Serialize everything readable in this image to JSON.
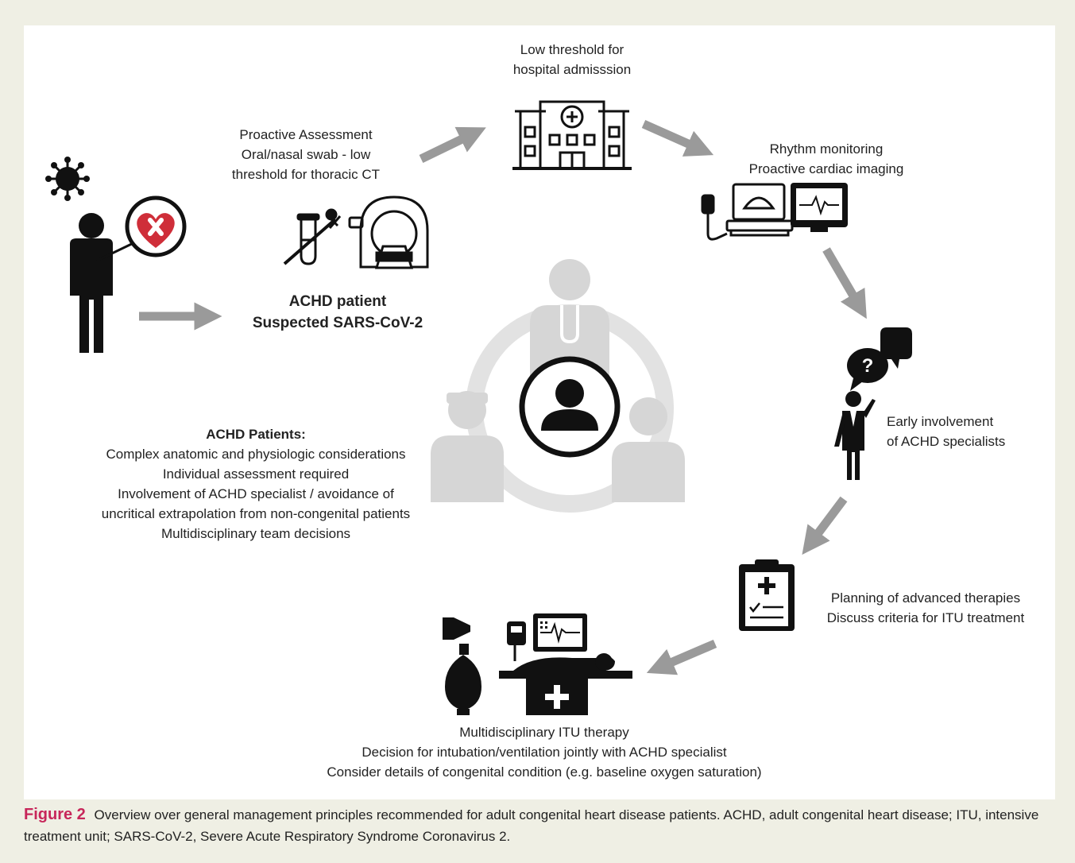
{
  "labels": {
    "admission": [
      "Low threshold for",
      "hospital admisssion"
    ],
    "assessment": [
      "Proactive Assessment",
      "Oral/nasal swab - low",
      "threshold for thoracic CT"
    ],
    "patient": [
      "ACHD patient",
      "Suspected SARS-CoV-2"
    ],
    "monitoring": [
      "Rhythm monitoring",
      "Proactive cardiac imaging"
    ],
    "specialists": [
      "Early involvement",
      "of ACHD specialists"
    ],
    "planning": [
      "Planning of advanced therapies",
      "Discuss criteria for ITU treatment"
    ],
    "itu": [
      "Multidisciplinary ITU therapy",
      "Decision for intubation/ventilation jointly with ACHD specialist",
      "Consider details of congenital condition (e.g. baseline oxygen saturation)"
    ],
    "considerations_title": "ACHD Patients:",
    "considerations": [
      "Complex anatomic and physiologic considerations",
      "Individual assessment required",
      "Involvement of ACHD specialist / avoidance of",
      "uncritical extrapolation from non-congenital patients",
      "Multidisciplinary team decisions"
    ]
  },
  "caption": {
    "figure_label": "Figure 2",
    "text": "Overview over general management principles recommended for adult congenital heart disease patients. ACHD, adult congenital heart disease; ITU, intensive treatment unit; SARS-CoV-2, Severe Acute Respiratory Syndrome Coronavirus 2."
  },
  "icons": [
    "virus-icon",
    "patient-figure-icon",
    "magnifier-heart-icon",
    "test-tube-swab-icon",
    "ct-scanner-icon",
    "hospital-icon",
    "ultrasound-machine-icon",
    "ecg-monitor-icon",
    "speech-bubbles-icon",
    "doctor-icon",
    "clipboard-icon",
    "ventilation-bag-icon",
    "icu-bed-icon",
    "care-team-icon"
  ],
  "colors": {
    "arrow": "#9a9a9a",
    "icon": "#141414",
    "team_gray": "#d6d6d6",
    "heart_red": "#cf2e39",
    "caption_label": "#c7265a",
    "page_bg": "#efefe4",
    "panel_bg": "#ffffff"
  }
}
